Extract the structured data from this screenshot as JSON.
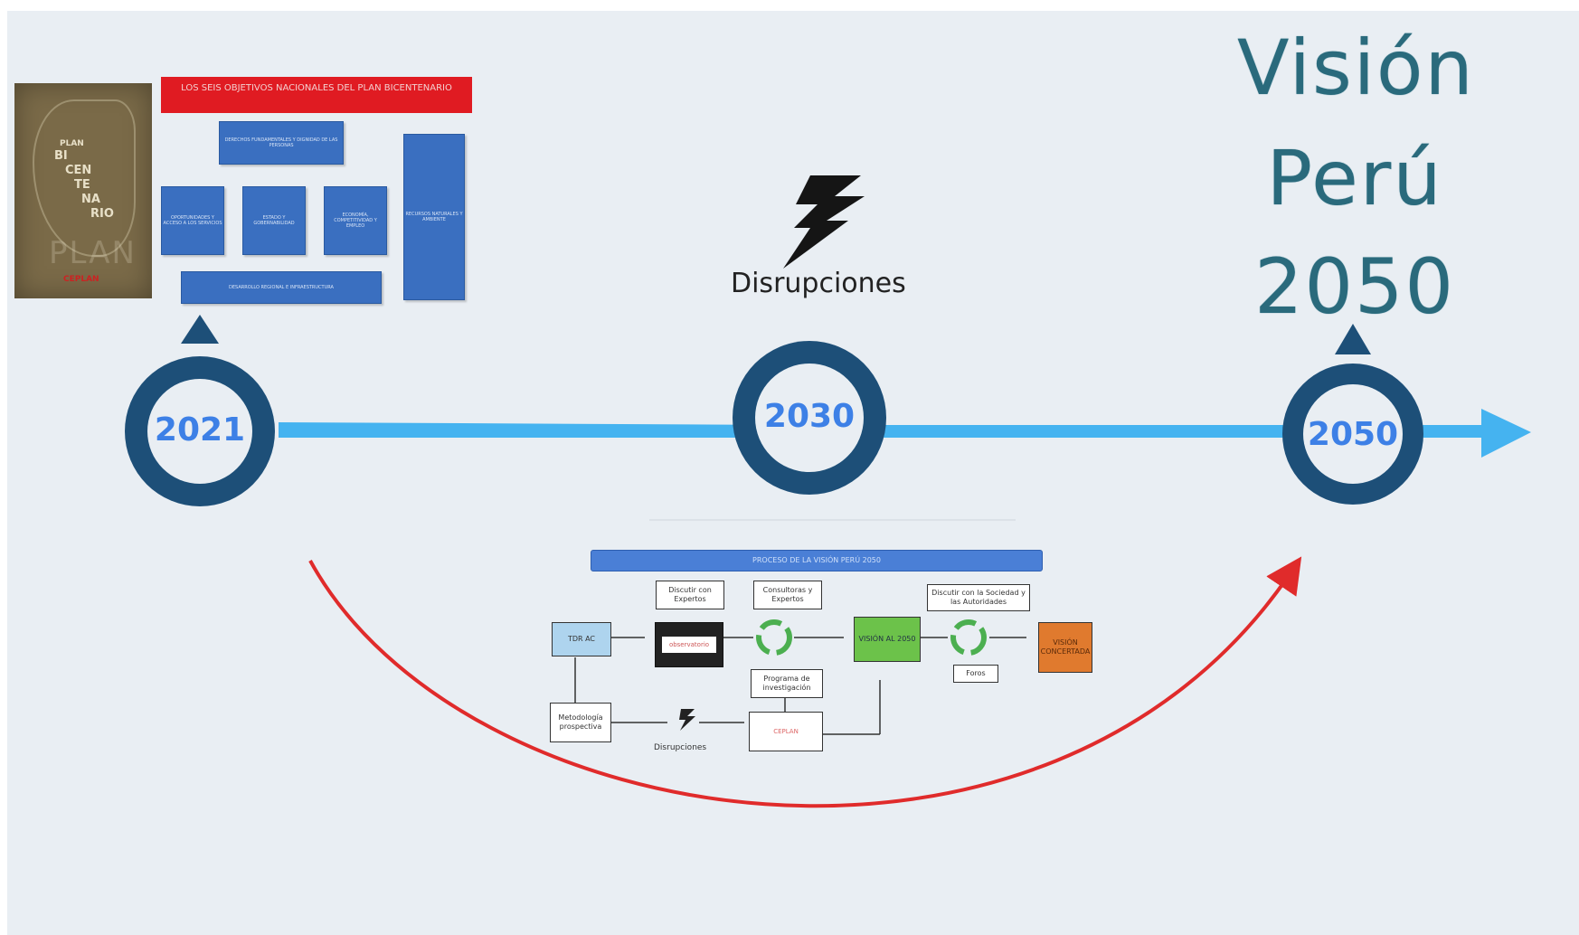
{
  "vision_title": {
    "line1": "Visión",
    "line2": "Perú",
    "line3": "2050"
  },
  "timeline": {
    "years": [
      "2021",
      "2030",
      "2050"
    ],
    "disruption_label": "Disrupciones"
  },
  "book_cover": {
    "title_letters": [
      "PLAN",
      "BI",
      "CEN",
      "TE",
      "NA",
      "RIO"
    ],
    "plan_word": "PLAN",
    "publisher": "CEPLAN"
  },
  "objectives_diagram": {
    "header": "LOS SEIS OBJETIVOS NACIONALES DEL PLAN BICENTENARIO",
    "boxes": [
      "DERECHOS FUNDAMENTALES Y DIGNIDAD DE LAS PERSONAS",
      "OPORTUNIDADES Y ACCESO A LOS SERVICIOS",
      "ESTADO Y GOBERNABILIDAD",
      "ECONOMÍA, COMPETITIVIDAD Y EMPLEO",
      "DESARROLLO REGIONAL E INFRAESTRUCTURA",
      "RECURSOS NATURALES Y AMBIENTE"
    ]
  },
  "flow_diagram": {
    "header": "PROCESO DE LA VISIÓN PERÚ 2050",
    "boxes": {
      "start": "TDR AC",
      "methodology": "Metodología prospectiva",
      "discuss_experts": "Discutir con Expertos",
      "consult_experts": "Consultoras y Expertos",
      "research": "Programa de investigación",
      "vision_draft": "VISIÓN AL 2050",
      "discuss_society": "Discutir con la Sociedad y las Autoridades",
      "forums": "Foros",
      "final_vision": "VISIÓN CONCERTADA",
      "logo_band": "observatorio",
      "logo_bottom": "CEPLAN"
    },
    "disruption_small": "Disrupciones"
  },
  "colors": {
    "background": "#e9eef3",
    "timeline_line": "#45b3f0",
    "circle": "#1d4f78",
    "year_text": "#3d80e6",
    "vision_text": "#2a6a7c",
    "curve": "#e02b2b",
    "red_header": "#e01b22",
    "blue_box": "#3a6fc0",
    "green_box": "#6cc24a",
    "orange_box": "#e07a2e"
  }
}
